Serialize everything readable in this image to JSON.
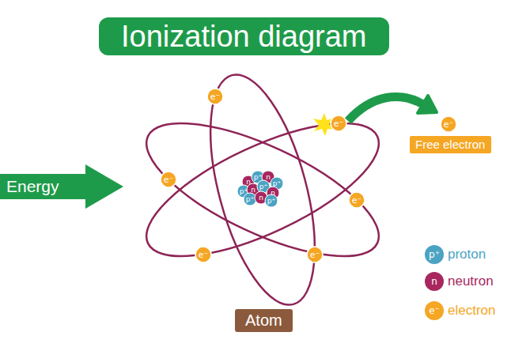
{
  "diagram": {
    "title": "Ionization diagram",
    "nodes": [
      {
        "text": [
          "Energy"
        ]
      },
      {
        "text": [
          "Free electron"
        ]
      },
      {
        "text": [
          "Atom"
        ]
      }
    ],
    "labels": [
      "e⁻",
      "e⁻",
      "e⁻",
      "e⁻",
      "e⁻",
      "e⁻",
      "e⁻",
      "n",
      "p⁺",
      "n",
      "p⁺",
      "p⁺",
      "n",
      "p⁺",
      "n",
      "p⁺",
      "n",
      "p⁺",
      "p⁺",
      "n",
      "e⁻"
    ],
    "legend": [
      {
        "text": "proton",
        "color": "#4ba3c3"
      },
      {
        "text": "neutron",
        "color": "#a8275f"
      },
      {
        "text": "electron",
        "color": "#f5a623"
      }
    ]
  }
}
